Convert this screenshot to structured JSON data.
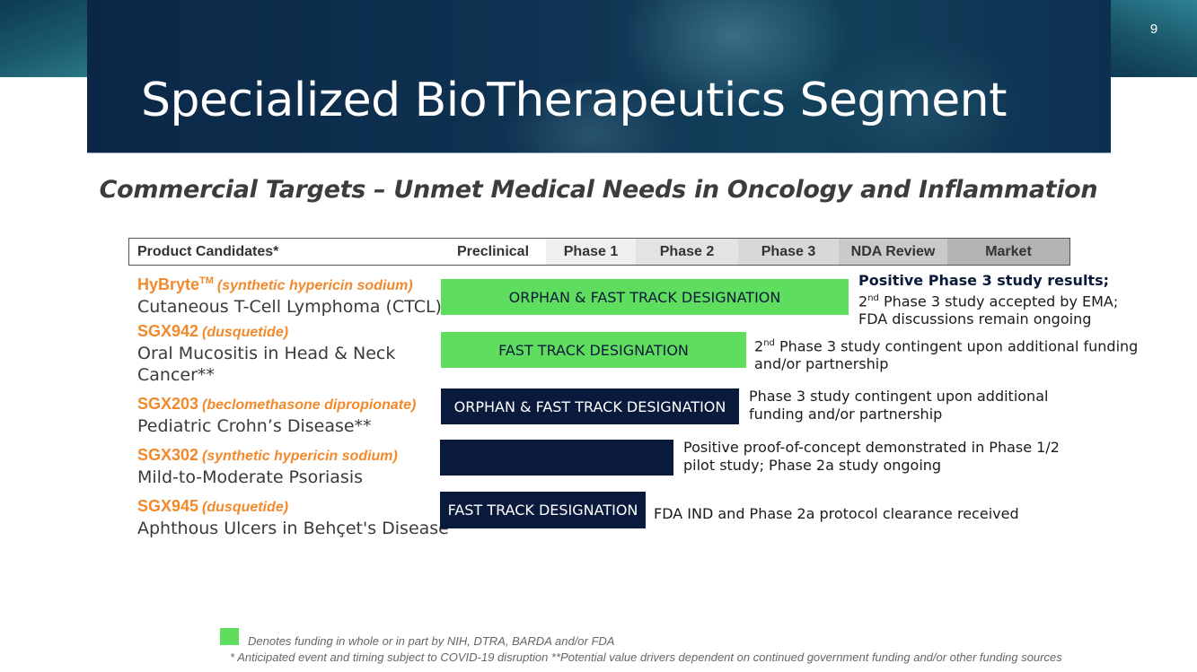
{
  "slide": {
    "title": "Specialized BioTherapeutics Segment",
    "page_number": "9",
    "subtitle": "Commercial Targets – Unmet Medical Needs in Oncology and Inflammation"
  },
  "pipeline": {
    "headers": [
      "Product Candidates*",
      "Preclinical",
      "Phase 1",
      "Phase 2",
      "Phase 3",
      "NDA Review",
      "Market"
    ],
    "candidates": [
      {
        "name": "HyBryte",
        "trademark": "TM",
        "generic": "(synthetic hypericin sodium)",
        "indication_lines": [
          "Cutaneous T-Cell Lymphoma (CTCL)"
        ],
        "bar_label": "ORPHAN & FAST TRACK DESIGNATION",
        "bar_color": "#5fdd5f",
        "note_bold": "Positive Phase 3 study results;",
        "note_line2_sup": "nd",
        "note_line2_prefix": "2",
        "note_line2_rest": " Phase 3 study accepted by EMA;",
        "note_line3": "FDA discussions remain ongoing"
      },
      {
        "name": "SGX942",
        "generic": "(dusquetide)",
        "indication_lines": [
          "Oral Mucositis in Head & Neck",
          "Cancer**"
        ],
        "bar_label": "FAST TRACK DESIGNATION",
        "bar_color": "#5fdd5f",
        "note_prefix": "2",
        "note_sup": "nd",
        "note_rest": " Phase 3 study contingent upon additional funding",
        "note_line2": "and/or partnership"
      },
      {
        "name": "SGX203",
        "generic": "(beclomethasone dipropionate)",
        "indication_lines": [
          "Pediatric Crohn’s Disease**"
        ],
        "bar_label": "ORPHAN & FAST TRACK DESIGNATION",
        "bar_color": "#0a1a3c",
        "note_line1": "Phase 3 study contingent upon additional",
        "note_line2": "funding and/or partnership"
      },
      {
        "name": "SGX302",
        "generic": "(synthetic hypericin sodium)",
        "indication_lines": [
          "Mild-to-Moderate Psoriasis"
        ],
        "bar_label": "",
        "bar_color": "#0a1a3c",
        "note_line1": "Positive proof-of-concept demonstrated in Phase 1/2",
        "note_line2": "pilot study; Phase 2a study ongoing"
      },
      {
        "name": "SGX945",
        "generic": "(dusquetide)",
        "indication_lines": [
          "Aphthous Ulcers in Behçet's Disease"
        ],
        "bar_label": "FAST TRACK DESIGNATION",
        "bar_color": "#0a1a3c",
        "note_line1": "FDA IND and Phase 2a protocol clearance received"
      }
    ]
  },
  "legend": {
    "text": "Denotes funding in whole or in part by NIH, DTRA, BARDA and/or FDA",
    "color": "#5fdd5f"
  },
  "footnote": "* Anticipated event and timing subject to COVID-19 disruption   **Potential value drivers dependent on continued government funding and/or other funding sources"
}
